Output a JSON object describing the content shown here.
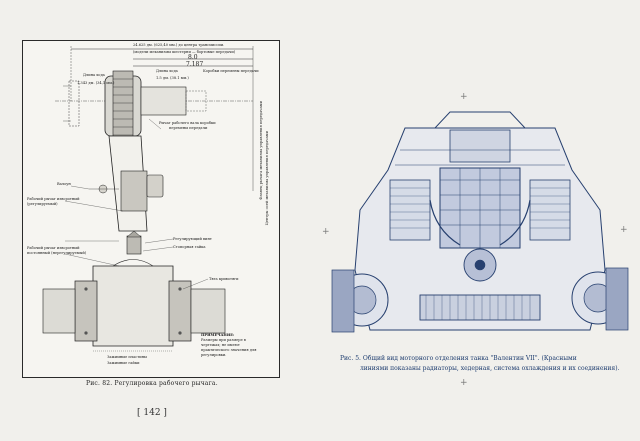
{
  "left_page": {
    "caption": "Рис. 82.   Регулировка рабочего рычага.",
    "page_number": "[ 142 ]",
    "dimensions": {
      "top_text": "24.625 дм. (625,40 мм.) до центра трансмиссии.",
      "top_text_2": "(модели механизмы шестерни — бортовые передачи)",
      "d1": "8.0",
      "d2": "7.187",
      "d3": "1.5 дм. (38.1 мм.)",
      "d4": "1.343 дм. (34,1 мм.)"
    },
    "labels": {
      "length_stroke": "Длина хода",
      "length_stroke_2": "Длина хода",
      "rocker_axis": "Рычаг рабочего вала коробки",
      "rocker_axis_2": "перемены передачи",
      "valve": "Валоун",
      "work_rod_adjustable": "Рабочий рычаг изворотный",
      "work_rod_adjustable_2": "(регулируемый)",
      "adjust_screw": "Регулирующий винт",
      "lock_nut": "Стопорная гайка",
      "work_rod_fixed": "Рабочий рычаг изворотный",
      "work_rod_fixed_2": "постоянный (нерегулируемый)",
      "rod_body": "Тяга кривотяги",
      "shims": "Зажимные пластины",
      "shim_nuts": "Зажимные гайки",
      "side_gear": "Коробки перемены передачи",
      "vertical_note": "Фланец рычага механизма управления передачами",
      "vertical_note_2": "Центры осей механизма управления передачами"
    },
    "note": {
      "title": "ПРИМЕЧАНИЕ:",
      "body": "Размеры при размере в чертежах; не имеют практического значения для регулировки."
    }
  },
  "right_page": {
    "caption_line1": "Рис. 5.   Общий вид моторного отделения танка \"Валентин VII\".   (Красными",
    "caption_line2": "линиями показаны радиаторы, хедерная, система охлаждения и их соединения)."
  },
  "colors": {
    "paper": "#f1f0ec",
    "ink_dark": "#1f2430",
    "tank_blue": "#27406f",
    "caption_blue": "#1c3b6e"
  }
}
